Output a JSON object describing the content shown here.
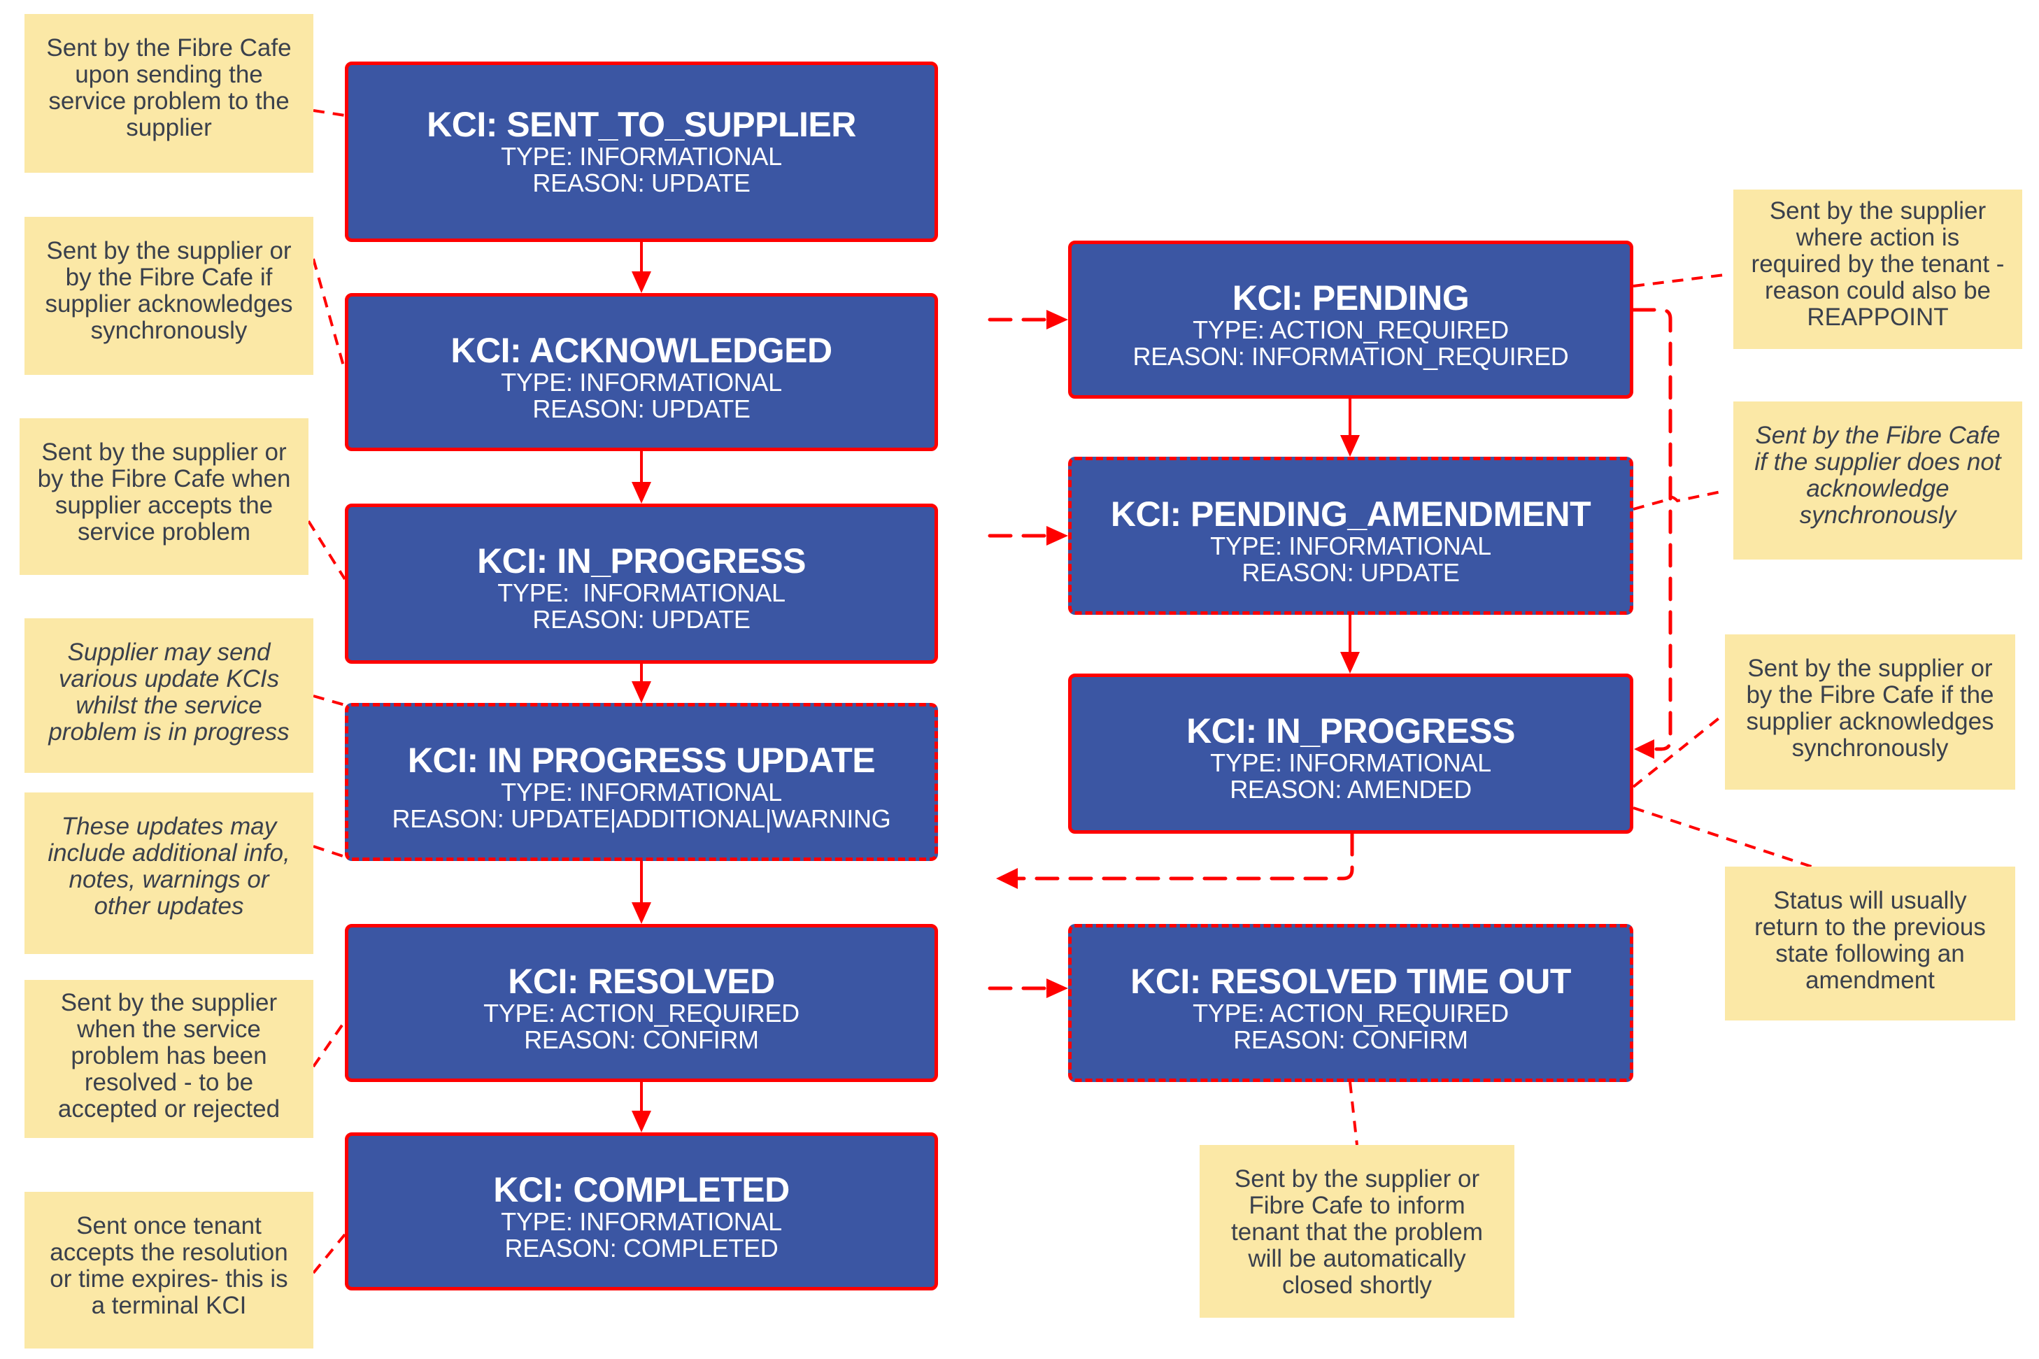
{
  "colors": {
    "box_fill": "#3b56a3",
    "box_border": "#ff0000",
    "note_fill": "#fbe8a6",
    "note_text": "#3a404c",
    "connector": "#ff0000"
  },
  "states": {
    "sent_to_supplier": {
      "title": "KCI: SENT_TO_SUPPLIER",
      "type": "TYPE: INFORMATIONAL",
      "reason": "REASON: UPDATE",
      "style": "solid"
    },
    "acknowledged": {
      "title": "KCI: ACKNOWLEDGED",
      "type": "TYPE: INFORMATIONAL",
      "reason": "REASON: UPDATE",
      "style": "solid"
    },
    "in_progress": {
      "title": "KCI: IN_PROGRESS",
      "type": "TYPE:  INFORMATIONAL",
      "reason": "REASON: UPDATE",
      "style": "solid"
    },
    "in_progress_update": {
      "title": "KCI: IN PROGRESS UPDATE",
      "type": "TYPE: INFORMATIONAL",
      "reason": "REASON: UPDATE|ADDITIONAL|WARNING",
      "style": "dashed"
    },
    "resolved": {
      "title": "KCI: RESOLVED",
      "type": "TYPE: ACTION_REQUIRED",
      "reason": "REASON: CONFIRM",
      "style": "solid"
    },
    "completed": {
      "title": "KCI: COMPLETED",
      "type": "TYPE: INFORMATIONAL",
      "reason": "REASON: COMPLETED",
      "style": "solid"
    },
    "pending": {
      "title": "KCI: PENDING",
      "type": "TYPE: ACTION_REQUIRED",
      "reason": "REASON: INFORMATION_REQUIRED",
      "style": "solid"
    },
    "pending_amendment": {
      "title": "KCI: PENDING_AMENDMENT",
      "type": "TYPE: INFORMATIONAL",
      "reason": "REASON: UPDATE",
      "style": "dashed"
    },
    "in_progress_amended": {
      "title": "KCI: IN_PROGRESS",
      "type": "TYPE: INFORMATIONAL",
      "reason": "REASON: AMENDED",
      "style": "solid"
    },
    "resolved_time_out": {
      "title": "KCI: RESOLVED TIME OUT",
      "type": "TYPE: ACTION_REQUIRED",
      "reason": "REASON: CONFIRM",
      "style": "dashed"
    }
  },
  "notes": {
    "sent_to_supplier": "Sent by the Fibre Cafe\nupon sending the\nservice problem to the\nsupplier",
    "acknowledged": "Sent by the supplier or\nby the Fibre Cafe if\nsupplier acknowledges\nsynchronously",
    "in_progress": "Sent by the supplier or\nby the Fibre Cafe when\nsupplier accepts the\nservice problem",
    "in_progress_update_1": "Supplier may send\nvarious update KCIs\nwhilst the service\nproblem is in progress",
    "in_progress_update_2": "These updates may\ninclude additional info,\nnotes, warnings or\nother updates",
    "resolved": "Sent by the supplier\nwhen the service\nproblem has been\nresolved - to be\naccepted or rejected",
    "completed": "Sent once tenant\naccepts the resolution\nor time expires- this is\na terminal KCI",
    "pending": "Sent by the supplier\nwhere action is\nrequired by the tenant -\nreason could also be\nREAPPOINT",
    "pending_amendment": "Sent by the Fibre Cafe\nif the supplier does not\nacknowledge\nsynchronously",
    "in_progress_amended": "Sent by the supplier or\nby the Fibre Cafe if the\nsupplier acknowledges\nsynchronously",
    "amendment_return": "Status will usually\nreturn to the previous\nstate following an\namendment",
    "resolved_time_out": "Sent by the supplier or\nFibre Cafe to inform\ntenant that the problem\nwill be automatically\nclosed shortly"
  },
  "transitions": [
    {
      "from": "sent_to_supplier",
      "to": "acknowledged",
      "style": "solid"
    },
    {
      "from": "acknowledged",
      "to": "in_progress",
      "style": "solid"
    },
    {
      "from": "in_progress",
      "to": "in_progress_update",
      "style": "solid"
    },
    {
      "from": "in_progress_update",
      "to": "resolved",
      "style": "solid"
    },
    {
      "from": "resolved",
      "to": "completed",
      "style": "solid"
    },
    {
      "from": "acknowledged",
      "to": "pending",
      "style": "dashed"
    },
    {
      "from": "in_progress",
      "to": "pending_amendment",
      "style": "dashed"
    },
    {
      "from": "resolved",
      "to": "resolved_time_out",
      "style": "dashed"
    },
    {
      "from": "pending",
      "to": "pending_amendment",
      "style": "solid"
    },
    {
      "from": "pending_amendment",
      "to": "in_progress_amended",
      "style": "solid"
    },
    {
      "from": "pending",
      "to": "in_progress_amended",
      "style": "dashed"
    },
    {
      "from": "in_progress_amended",
      "to": "main_flow",
      "style": "dashed"
    }
  ]
}
